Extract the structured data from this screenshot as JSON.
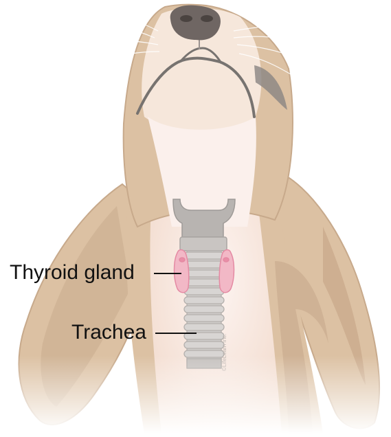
{
  "labels": {
    "thyroid": "Thyroid gland",
    "trachea": "Trachea"
  },
  "watermark": "©LifeLearn Inc.",
  "colors": {
    "fur": "#dcc1a3",
    "fur_shadow": "#c9a98b",
    "fur_light": "#f6e7db",
    "neck_highlight": "#fbf0ec",
    "nose": "#6f6663",
    "mouth_line": "#777370",
    "trachea": "#d8d5d3",
    "trachea_outline": "#b3afac",
    "larynx": "#b8b4b1",
    "thyroid": "#f2b8c6",
    "thyroid_outline": "#e48aa3"
  },
  "icons": [
    "dog-head-illustration"
  ]
}
